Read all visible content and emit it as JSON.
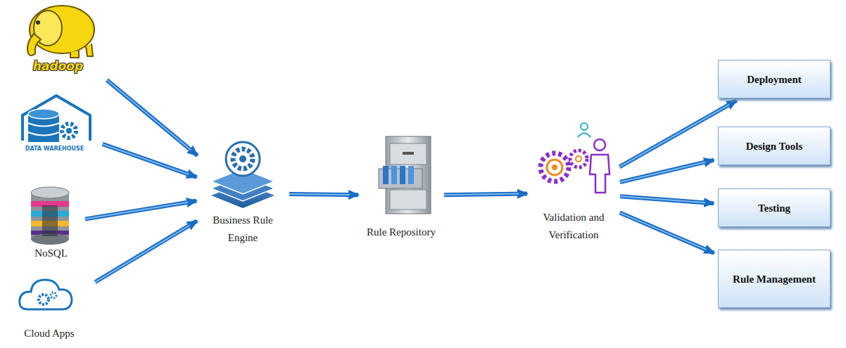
{
  "diagram": {
    "nodes": [
      {
        "text": [
          "hadoop"
        ]
      },
      {
        "text": [
          "DATA WAREHOUSE"
        ]
      },
      {
        "text": [
          "NoSQL"
        ]
      },
      {
        "text": [
          "Cloud Apps"
        ]
      },
      {
        "text": [
          "Business Rule Engine"
        ]
      },
      {
        "text": [
          "Rule Repository"
        ]
      },
      {
        "text": [
          "Validation and Verification"
        ]
      },
      {
        "text": [
          "Deployment"
        ]
      },
      {
        "text": [
          "Design Tools"
        ]
      },
      {
        "text": [
          "Testing"
        ]
      },
      {
        "text": [
          "Rule Management"
        ]
      }
    ],
    "edges": [
      {
        "from": 0,
        "to": 4,
        "arrow": "to"
      },
      {
        "from": 1,
        "to": 4,
        "arrow": "to"
      },
      {
        "from": 2,
        "to": 4,
        "arrow": "to"
      },
      {
        "from": 3,
        "to": 4,
        "arrow": "to"
      },
      {
        "from": 4,
        "to": 5,
        "arrow": "to"
      },
      {
        "from": 5,
        "to": 6,
        "arrow": "to"
      },
      {
        "from": 6,
        "to": 7,
        "arrow": "to"
      },
      {
        "from": 6,
        "to": 8,
        "arrow": "to"
      },
      {
        "from": 6,
        "to": 9,
        "arrow": "to"
      },
      {
        "from": 6,
        "to": 10,
        "arrow": "to"
      }
    ]
  }
}
